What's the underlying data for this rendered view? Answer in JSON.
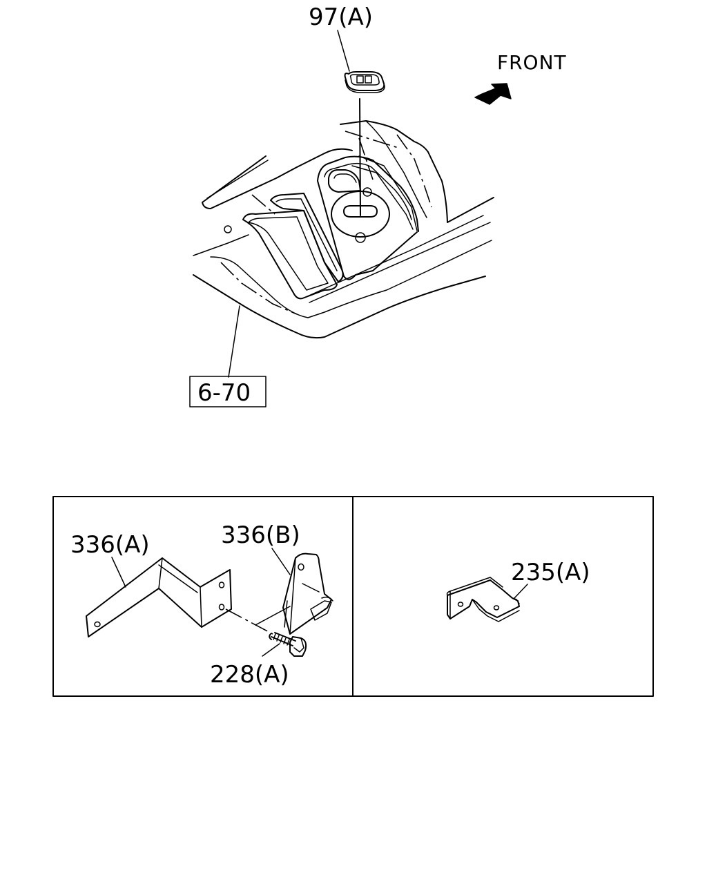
{
  "labels": {
    "grommet": "97(A)",
    "front": "FRONT",
    "floor_ref": "6-70",
    "bracket_a": "336(A)",
    "bracket_b": "336(B)",
    "bolt": "228(A)",
    "bracket_small": "235(A)"
  },
  "colors": {
    "line": "#000000",
    "background": "#ffffff"
  },
  "icons": {
    "front_arrow": "arrow-icon"
  }
}
